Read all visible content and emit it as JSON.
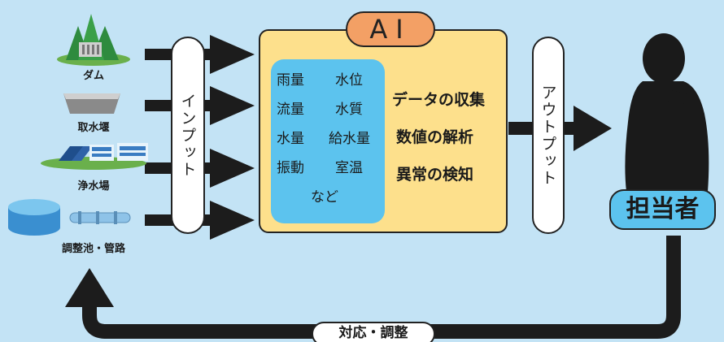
{
  "sources": [
    {
      "label": "ダム",
      "icon": "dam-icon"
    },
    {
      "label": "取水堰",
      "icon": "intake-weir-icon"
    },
    {
      "label": "浄水場",
      "icon": "water-treatment-plant-icon"
    },
    {
      "label": "調整池・管路",
      "icon": "reservoir-pipeline-icon"
    }
  ],
  "input_label": "インプット",
  "ai_title": "AI",
  "data_items": [
    "雨量",
    "水位",
    "流量",
    "水質",
    "水量",
    "給水量",
    "振動",
    "室温",
    "など"
  ],
  "processes": [
    "データの収集",
    "数値の解析",
    "異常の検知"
  ],
  "output_label": "アウトプット",
  "operator_label": "担当者",
  "feedback_label": "対応・調整",
  "colors": {
    "background": "#c3e3f5",
    "ai_box": "#fde08c",
    "ai_badge": "#f3a065",
    "data_box": "#5cc3ee",
    "arrow": "#1c1c1c"
  }
}
